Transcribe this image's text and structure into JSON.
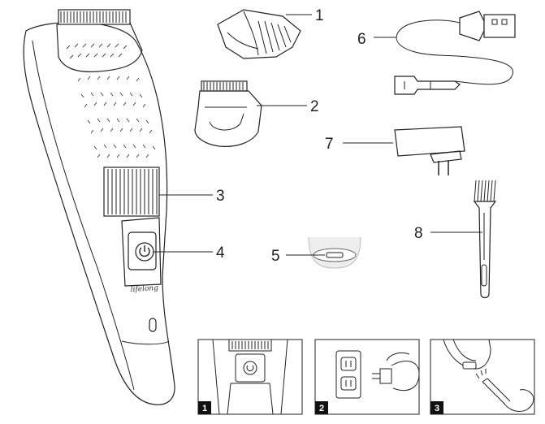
{
  "product": {
    "brand_logo": "lifelong",
    "power_icon": "power-icon"
  },
  "callouts": [
    {
      "id": "comb-attachment",
      "label": "1"
    },
    {
      "id": "trimmer-blade-head",
      "label": "2"
    },
    {
      "id": "length-adjust-dial",
      "label": "3"
    },
    {
      "id": "power-button",
      "label": "4"
    },
    {
      "id": "charging-port",
      "label": "5"
    },
    {
      "id": "usb-charging-cable",
      "label": "6"
    },
    {
      "id": "power-adapter",
      "label": "7"
    },
    {
      "id": "cleaning-brush",
      "label": "8"
    }
  ],
  "steps": [
    {
      "label": "1"
    },
    {
      "label": "2"
    },
    {
      "label": "3"
    }
  ]
}
